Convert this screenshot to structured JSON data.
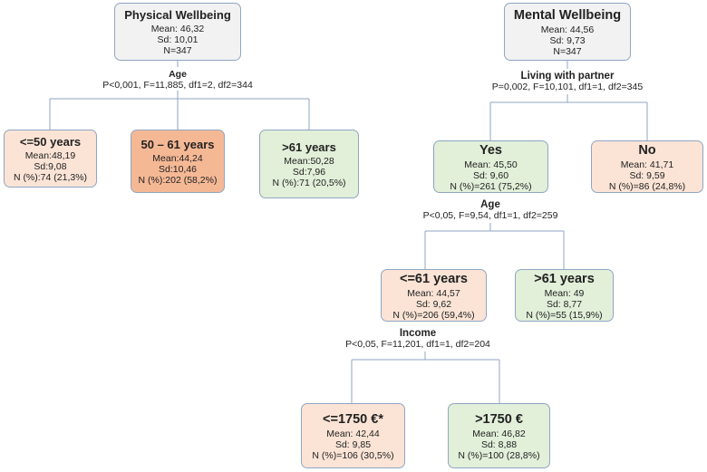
{
  "physical": {
    "root": {
      "title": "Physical Wellbeing",
      "mean": "Mean: 46,32",
      "sd": "Sd: 10,01",
      "n": "N=347"
    },
    "split": {
      "variable": "Age",
      "stats": "P<0,001, F=11,885, df1=2, df2=344"
    },
    "children": [
      {
        "title": "<=50 years",
        "mean": "Mean:48,19",
        "sd": "Sd:9,08",
        "n": "N (%):74 (21,3%)"
      },
      {
        "title": "50 – 61 years",
        "mean": "Mean:44,24",
        "sd": "Sd:10,46",
        "n": "N (%):202 (58,2%)"
      },
      {
        "title": ">61 years",
        "mean": "Mean:50,28",
        "sd": "Sd:7,96",
        "n": "N (%):71 (20,5%)"
      }
    ]
  },
  "mental": {
    "root": {
      "title": "Mental Wellbeing",
      "mean": "Mean: 44,56",
      "sd": "Sd: 9,73",
      "n": "N=347"
    },
    "split1": {
      "variable": "Living with partner",
      "stats": "P=0,002, F=10,101, df1=1, df2=345"
    },
    "yes": {
      "title": "Yes",
      "mean": "Mean: 45,50",
      "sd": "Sd: 9,60",
      "n": "N (%)=261 (75,2%)"
    },
    "no": {
      "title": "No",
      "mean": "Mean: 41,71",
      "sd": "Sd: 9,59",
      "n": "N (%)=86 (24,8%)"
    },
    "split2": {
      "variable": "Age",
      "stats": "P<0,05, F=9,54, df1=1, df2=259"
    },
    "le61": {
      "title": "<=61 years",
      "mean": "Mean: 44,57",
      "sd": "Sd: 9,62",
      "n": "N (%)=206 (59,4%)"
    },
    "gt61": {
      "title": ">61 years",
      "mean": "Mean: 49",
      "sd": "Sd: 8,77",
      "n": "N (%)=55 (15,9%)"
    },
    "split3": {
      "variable": "Income",
      "stats": "P<0,05, F=11,201, df1=1, df2=204"
    },
    "le1750": {
      "title": "<=1750 €*",
      "mean": "Mean: 42,44",
      "sd": "Sd: 9,85",
      "n": "N (%)=106 (30,5%)"
    },
    "gt1750": {
      "title": ">1750 €",
      "mean": "Mean: 46,82",
      "sd": "Sd: 8,88",
      "n": "N (%)=100 (28,8%)"
    }
  },
  "colors": {
    "line": "#8fa6c3",
    "root": "#f2f2f2",
    "peach": "#fbe4d6",
    "orange": "#f5b895",
    "green": "#e2efd9"
  }
}
